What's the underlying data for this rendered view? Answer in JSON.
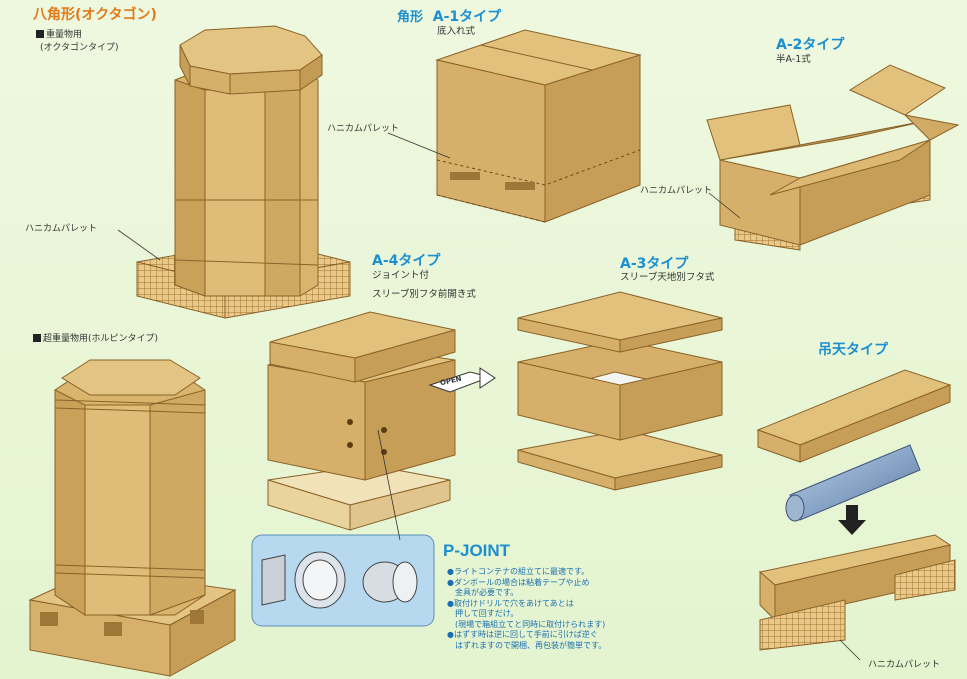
{
  "octagon": {
    "title": "八角形(オクタゴン)",
    "subtitle": "重量物用",
    "subtitle2": "(オクタゴンタイプ)",
    "pallet_label": "ハニカムパレット"
  },
  "super_heavy": {
    "title": "超重量物用(ホルピンタイプ)"
  },
  "a1": {
    "prefix": "角形",
    "title": "A-1タイプ",
    "subtitle": "底入れ式",
    "pallet_label": "ハニカムパレット"
  },
  "a2": {
    "title": "A-2タイプ",
    "subtitle": "半A-1式",
    "pallet_label": "ハニカムパレット"
  },
  "a4": {
    "title": "A-4タイプ",
    "line1": "ジョイント付",
    "line2": "スリーブ別フタ前開き式",
    "arrow_label": "OPEN"
  },
  "a3": {
    "title": "A-3タイプ",
    "subtitle": "スリーブ天地別フタ式"
  },
  "tsuriten": {
    "title": "吊天タイプ",
    "pallet_label": "ハニカムパレット"
  },
  "pjoint": {
    "title": "P-JOINT",
    "notes": [
      "●ライトコンテナの組立てに最適です。",
      "●ダンボールの場合は粘着テープや止め",
      "　金具が必要です。",
      "●取付けドリルで穴をあけてあとは",
      "　押して回すだけ。",
      "　(現場で箱組立てと同時に取付けられます)",
      "●はずす時は逆に回して手前に引けば逆ぐ",
      "　はずれますので開梱、再包装が簡単です。"
    ]
  },
  "colors": {
    "cardboard": "#d9b36a",
    "cardboard_dark": "#b98a3f",
    "background": "#e6f5d2",
    "title_blue": "#1c8fd0",
    "title_orange": "#e07a1a",
    "pjoint_panel": "#b7d9f0"
  }
}
